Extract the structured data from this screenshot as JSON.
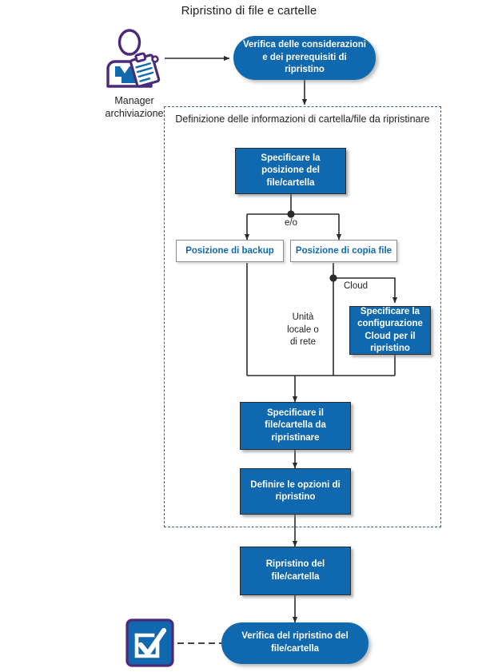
{
  "page": {
    "title": "Ripristino di file e cartelle"
  },
  "actor": {
    "icon": "manager-archiviazione-icon",
    "label": "Manager\narchiviazione"
  },
  "nodes": {
    "prereq": {
      "label": "Verifica delle considerazioni e dei prerequisiti di ripristino",
      "shape": "rounded",
      "color": "#1068ae"
    },
    "specify_location": {
      "label": "Specificare la posizione del file/cartella",
      "shape": "rect",
      "color": "#1068ae"
    },
    "backup_location": {
      "label": "Posizione di backup",
      "shape": "rect",
      "color": "#ffffff",
      "text_color": "#1068ae"
    },
    "file_copy_location": {
      "label": "Posizione di copia file",
      "shape": "rect",
      "color": "#ffffff",
      "text_color": "#1068ae"
    },
    "cloud_config": {
      "label": "Specificare la configurazione Cloud per il ripristino",
      "shape": "rect",
      "color": "#1068ae"
    },
    "specify_file": {
      "label": "Specificare il file/cartella da ripristinare",
      "shape": "rect",
      "color": "#1068ae"
    },
    "define_options": {
      "label": "Definire le opzioni di ripristino",
      "shape": "rect",
      "color": "#1068ae"
    },
    "restore": {
      "label": "Ripristino del file/cartella",
      "shape": "rect",
      "color": "#1068ae"
    },
    "verify": {
      "label": "Verifica del ripristino del file/cartella",
      "shape": "rounded",
      "color": "#1068ae"
    }
  },
  "region": {
    "title": "Definizione delle informazioni di cartella/file da ripristinare"
  },
  "edge_labels": {
    "and_or": "e/o",
    "cloud": "Cloud",
    "local_or_network": "Unità\nlocale o\ndi rete"
  },
  "verify_icon": {
    "name": "checkbox-check-icon"
  },
  "colors": {
    "accent_blue": "#1068ae",
    "icon_outline_purple": "#4b2a7b",
    "region_dash": "#2f5fa8",
    "line": "#2b2b2b",
    "text_dark": "#231f20"
  }
}
